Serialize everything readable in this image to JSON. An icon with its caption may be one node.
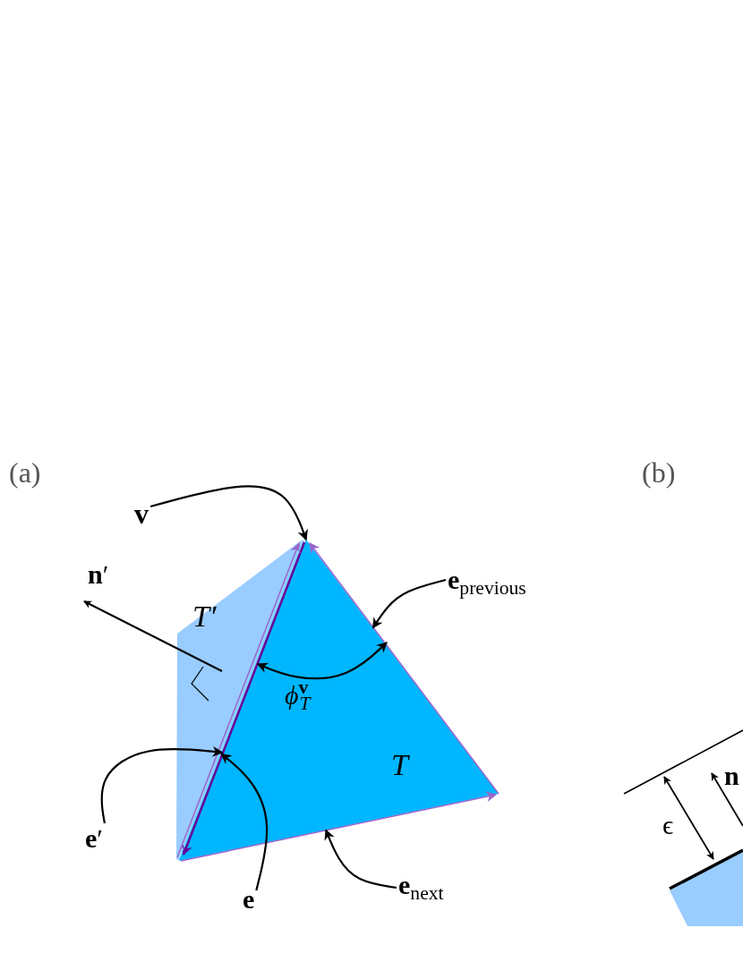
{
  "diagram": {
    "nodes": [
      {
        "text": [
          "v"
        ]
      },
      {
        "text": [
          "**e**$_{previous}$"
        ]
      },
      {
        "text": [
          "**e**′"
        ]
      },
      {
        "text": [
          "e"
        ]
      },
      {
        "text": [
          "**e**$_{next}$"
        ]
      },
      {
        "text": [
          "T"
        ]
      },
      {
        "text": [
          "T′"
        ]
      }
    ],
    "edges": [
      {
        "from": 0,
        "to": 5,
        "arrow": "to"
      },
      {
        "from": 1,
        "to": 5,
        "arrow": "to"
      },
      {
        "from": 2,
        "to": 6,
        "arrow": "to"
      },
      {
        "from": 3,
        "to": 5,
        "arrow": "to"
      },
      {
        "from": 4,
        "to": 5,
        "arrow": "to"
      }
    ],
    "labels": [
      "(a)",
      "(b)",
      "**n**′",
      "ϕ$^{v}$$_{T}$",
      "ϵ",
      "n"
    ]
  }
}
